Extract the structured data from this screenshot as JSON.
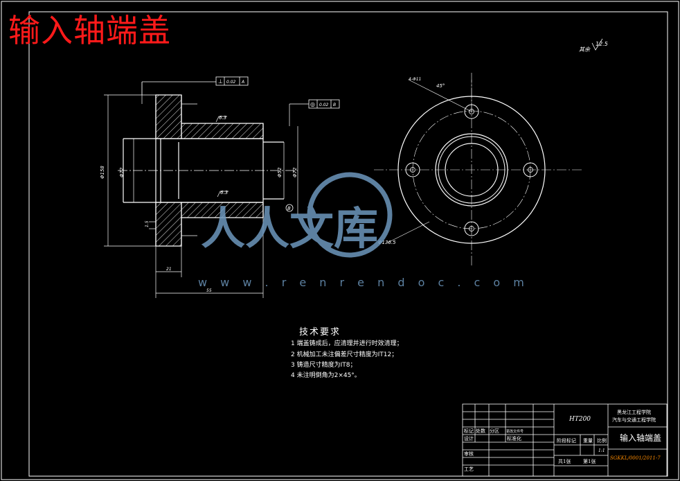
{
  "drawing": {
    "title_banner": "输入轴端盖",
    "roughness_note": "其余",
    "roughness_value": "12.5",
    "tolerance_frames": [
      {
        "symbol": "⊥",
        "value": "0.02",
        "datum": "A"
      },
      {
        "symbol": "◎",
        "value": "0.02",
        "datum": "B"
      }
    ],
    "surface_marks": [
      "6.3",
      "6.3"
    ],
    "dimensions": {
      "overall_height": "Φ158",
      "bore_left": "Φ72",
      "bore_right": "Φ52",
      "outer_right": "Φ72",
      "flange_width": "21",
      "total_length": "55",
      "chamfer": "1.5",
      "angle": "45°",
      "bolt_circle": "Φ136.5",
      "holes": "4-Φ11",
      "datum_b": "B"
    },
    "tech_requirements": {
      "heading": "技术要求",
      "items": [
        "1  端盖铸成后，应清理并进行时效清理；",
        "2  机械加工未注偏差尺寸精度为IT12；",
        "3  铸造尺寸精度为IT8；",
        "4  未注明倒角为2×45°。"
      ]
    },
    "title_block": {
      "material": "HT200",
      "school_line1": "黑龙江工程学院",
      "school_line2": "汽车与交通工程学院",
      "part_name": "输入轴端盖",
      "drawing_no": "SGKKL/0001/2011-7",
      "labels": {
        "marks": "标记",
        "count": "处数",
        "zone": "分区",
        "change_no": "更改文件号",
        "designer": "设计",
        "standard": "标准化",
        "review": "审核",
        "process": "工艺",
        "stage_mark": "阶段标记",
        "weight": "重量",
        "scale": "比例",
        "scale_value": "1:1",
        "sheets": "共1张",
        "sheet": "第1张"
      }
    },
    "watermark": {
      "text": "人人文库",
      "url": "w w w . r e n r e n d o c . c o m"
    }
  }
}
